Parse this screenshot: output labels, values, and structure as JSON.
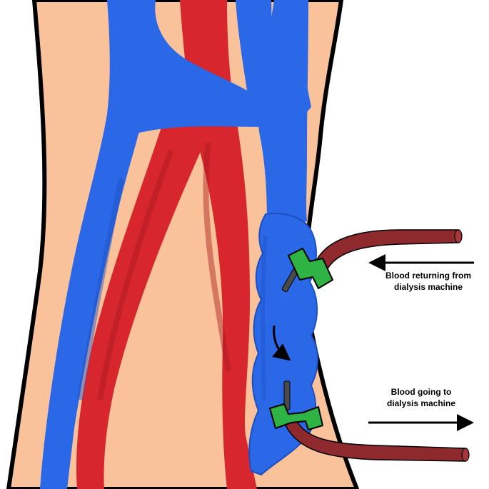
{
  "labels": {
    "returning": [
      "Blood returning from",
      "dialysis machine"
    ],
    "going": [
      "Blood going to",
      "dialysis machine"
    ]
  },
  "colors": {
    "skin": "#f9c29b",
    "vein": "#2a68e8",
    "vein_shadow": "#1d4fc0",
    "artery": "#d8262e",
    "artery_shadow": "#a81a20",
    "tube": "#8e2a2e",
    "clamp": "#2fb344",
    "outline": "#000000"
  },
  "icons": {
    "flow_arrow": "curved-arrow-icon",
    "direction_left": "arrow-left-icon",
    "direction_right": "arrow-right-icon"
  }
}
